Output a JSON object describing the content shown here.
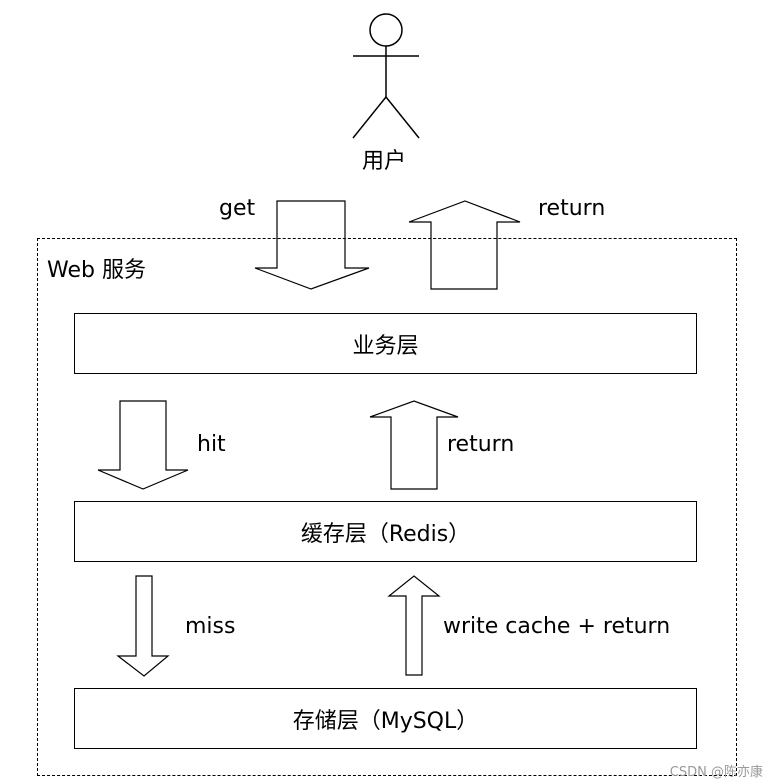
{
  "actor": {
    "label": "用户"
  },
  "zone": {
    "label": "Web 服务"
  },
  "layers": {
    "business": "业务层",
    "cache": "缓存层（Redis）",
    "storage": "存储层（MySQL）"
  },
  "edges": {
    "user_get": "get",
    "user_return": "return",
    "cache_hit": "hit",
    "cache_return": "return",
    "db_miss": "miss",
    "db_return": "write cache + return"
  },
  "watermark": "CSDN @陈亦康"
}
